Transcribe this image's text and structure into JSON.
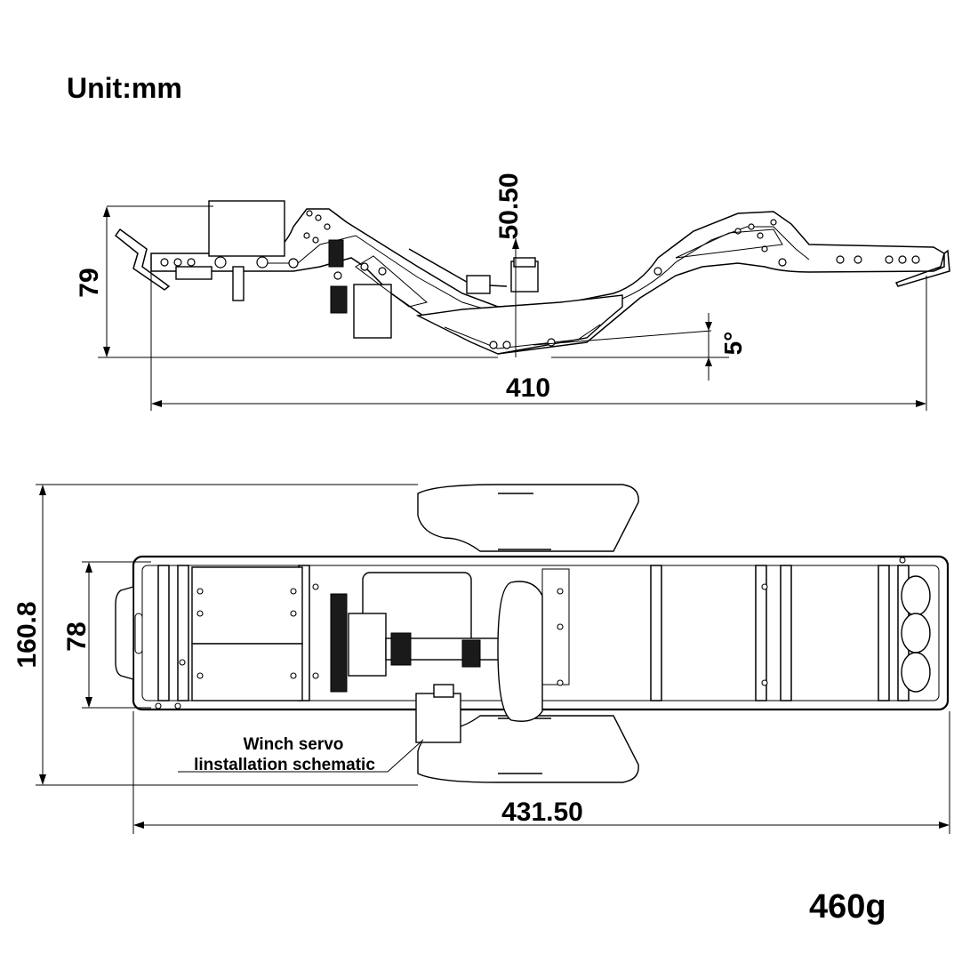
{
  "unit_label": "Unit:mm",
  "weight_label": "460g",
  "side_view": {
    "height_dim": "79",
    "servo_height_dim": "50.50",
    "angle_dim": "5°",
    "length_dim": "410"
  },
  "top_view": {
    "width_dim": "160.8",
    "rail_width_dim": "78",
    "length_dim": "431.50",
    "callout_line1": "Winch servo",
    "callout_line2": "linstallation schematic"
  }
}
